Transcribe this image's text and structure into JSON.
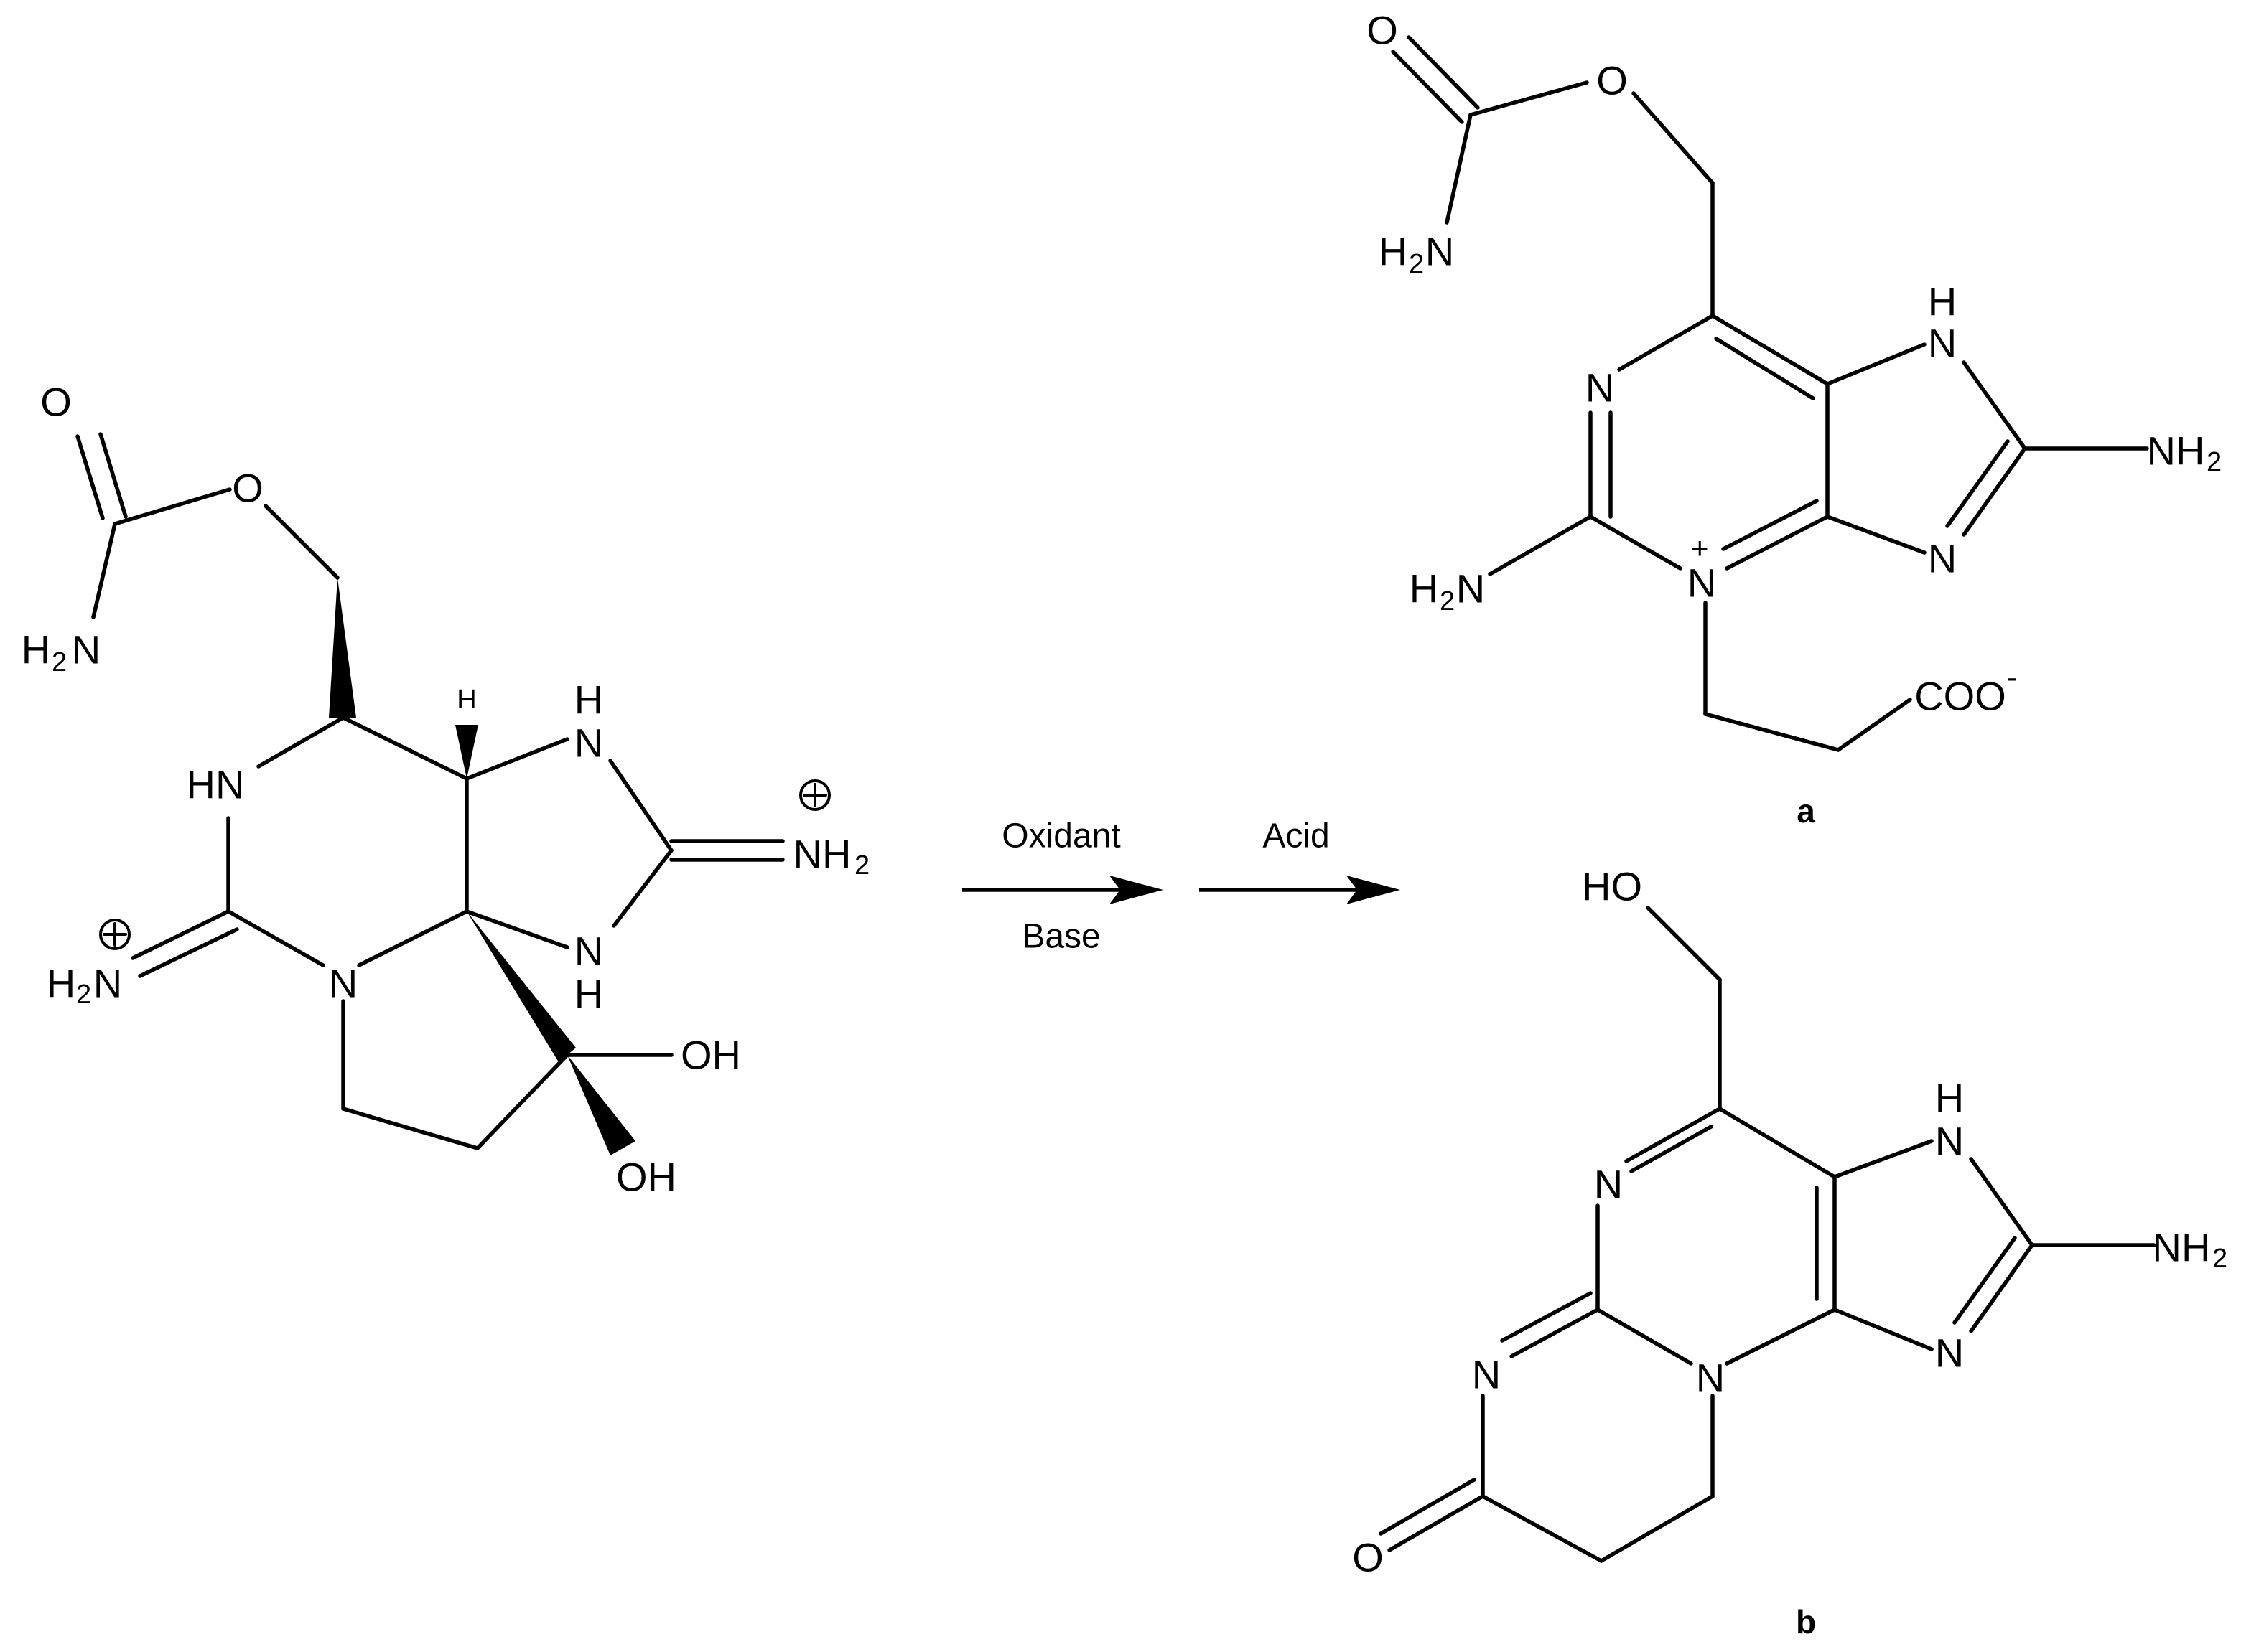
{
  "reactant": {
    "atoms": {
      "carbonyl_o": "O",
      "ester_o": "O",
      "amide_n": "H",
      "amide_n_main": "N",
      "amide_n_2": "2",
      "ring_nh_left": "HN",
      "stereo_h": "H",
      "nh_top_h": "H",
      "nh_top_n": "N",
      "iminium_right_n": "NH",
      "iminium_right_2": "2",
      "nh_bottom_n": "N",
      "nh_bottom_h": "H",
      "iminium_left_h": "H",
      "iminium_left_2": "2",
      "iminium_left_n": "N",
      "ring_n": "N",
      "oh_right": "OH",
      "oh_bottom": "OH"
    },
    "charges": [
      "+",
      "+"
    ]
  },
  "conditions": {
    "step1_top": "Oxidant",
    "step1_bottom": "Base",
    "step2_top": "Acid"
  },
  "product_a": {
    "label": "a",
    "atoms": {
      "carbonyl_o": "O",
      "ester_o": "O",
      "amide_h": "H",
      "amide_2": "2",
      "amide_n": "N",
      "nh_h": "H",
      "nh_n": "N",
      "ring_n_left": "N",
      "nh2_right": "NH",
      "nh2_right_2": "2",
      "amine_left_h": "H",
      "amine_left_2": "2",
      "amine_left_n": "N",
      "cation_n": "N",
      "cation_charge": "+",
      "imid_n": "N",
      "carboxylate": "COO",
      "carboxylate_charge": "-"
    }
  },
  "product_b": {
    "label": "b",
    "atoms": {
      "ho": "HO",
      "nh_h": "H",
      "nh_n": "N",
      "ring_n_left": "N",
      "nh2": "NH",
      "nh2_2": "2",
      "imid_n": "N",
      "ring_n_center": "N",
      "ring_n_bottom": "N",
      "carbonyl_o": "O"
    }
  }
}
